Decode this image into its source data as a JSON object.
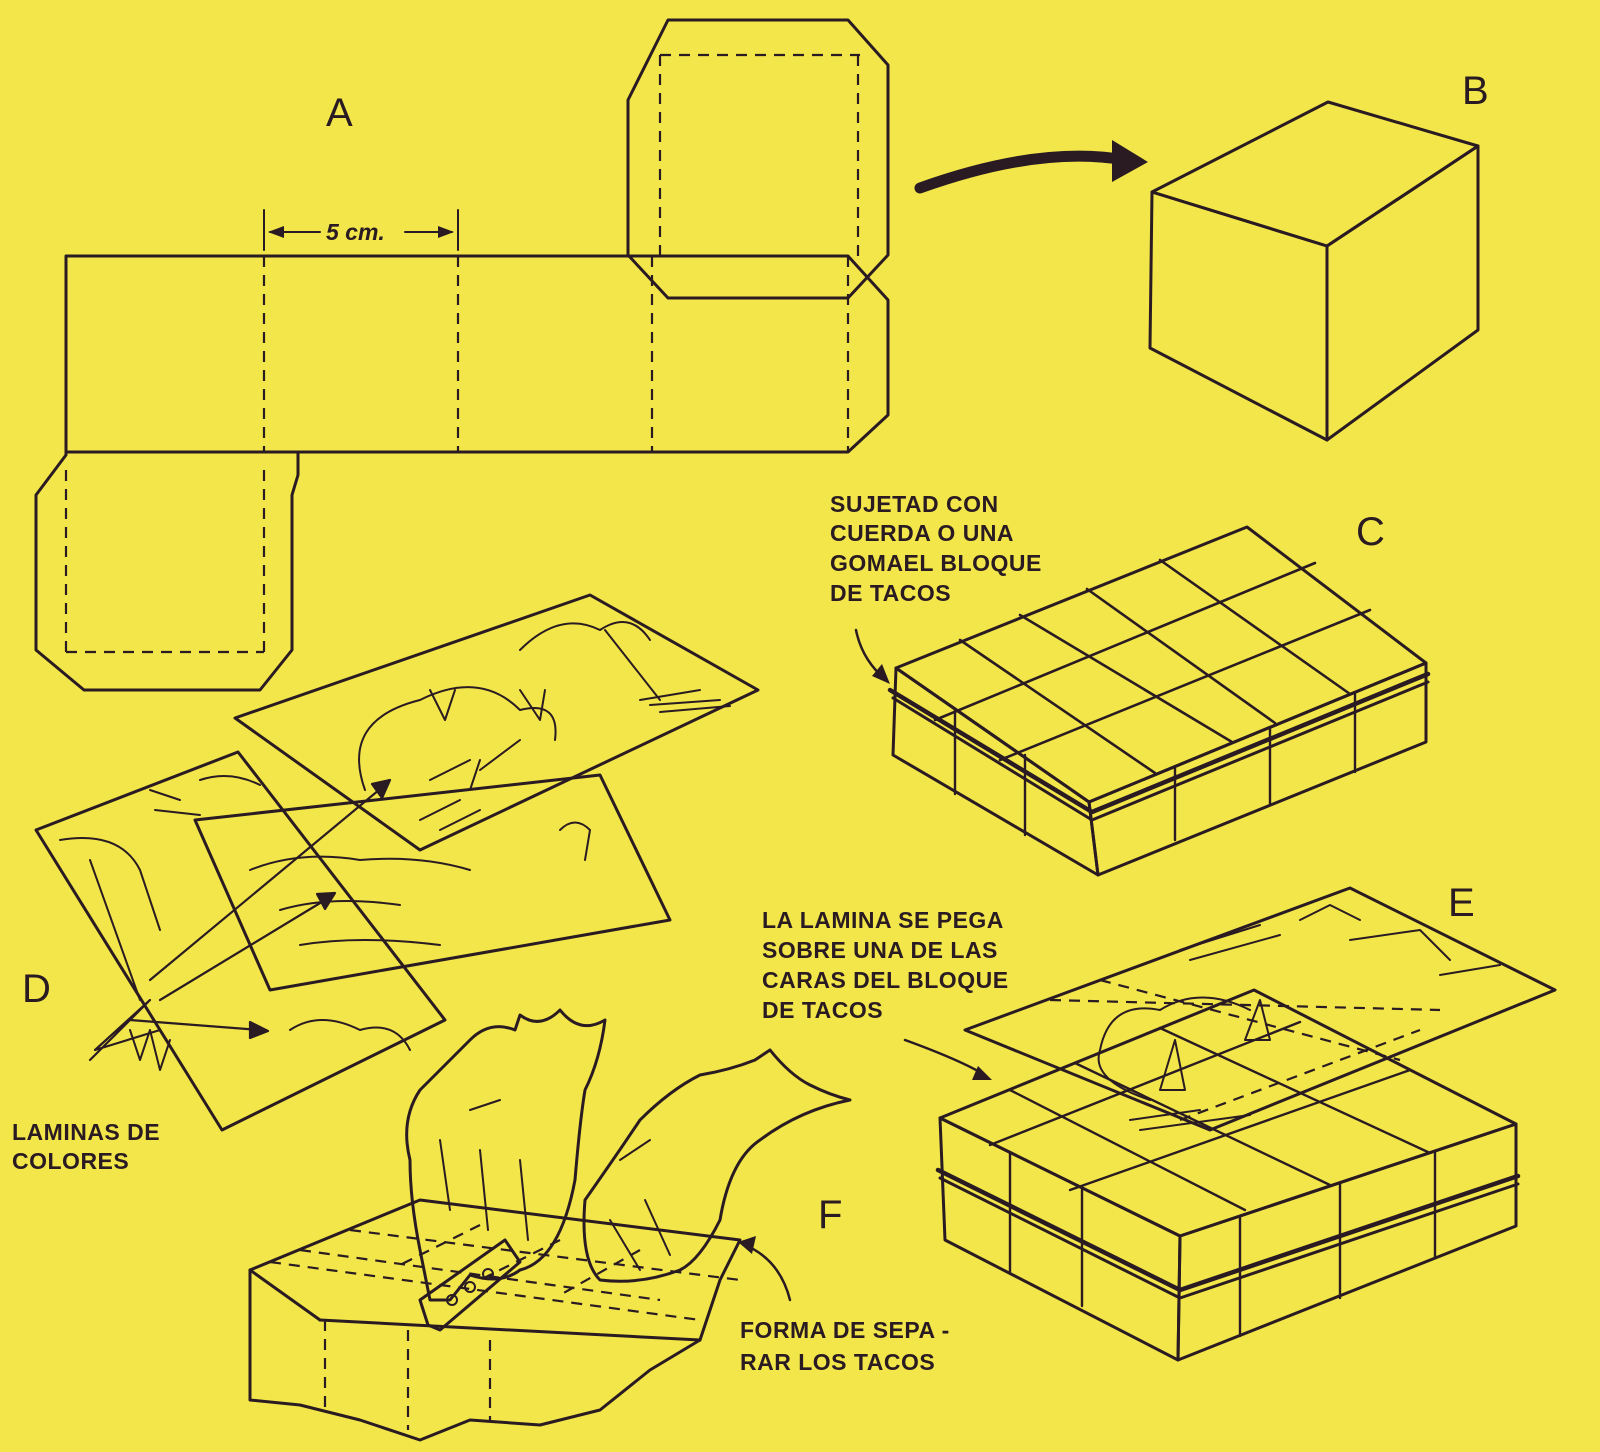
{
  "labels": {
    "a": "A",
    "b": "B",
    "c": "C",
    "d": "D",
    "e": "E",
    "f": "F"
  },
  "dimension": "5 cm.",
  "notes": {
    "c_lines": [
      "SUJETAD CON",
      "CUERDA O UNA",
      "GOMAEL BLOQUE",
      "DE TACOS"
    ],
    "d_lines": [
      "LAMINAS DE",
      "COLORES"
    ],
    "e_lines": [
      "LA LAMINA SE PEGA",
      "SOBRE UNA DE LAS",
      "CARAS DEL BLOQUE",
      "DE TACOS"
    ],
    "f_lines": [
      "FORMA DE SEPA -",
      "RAR LOS TACOS"
    ]
  },
  "colors": {
    "background": "#f2e64a",
    "paper": "#efa8c4",
    "ink": "#2a1b22"
  }
}
